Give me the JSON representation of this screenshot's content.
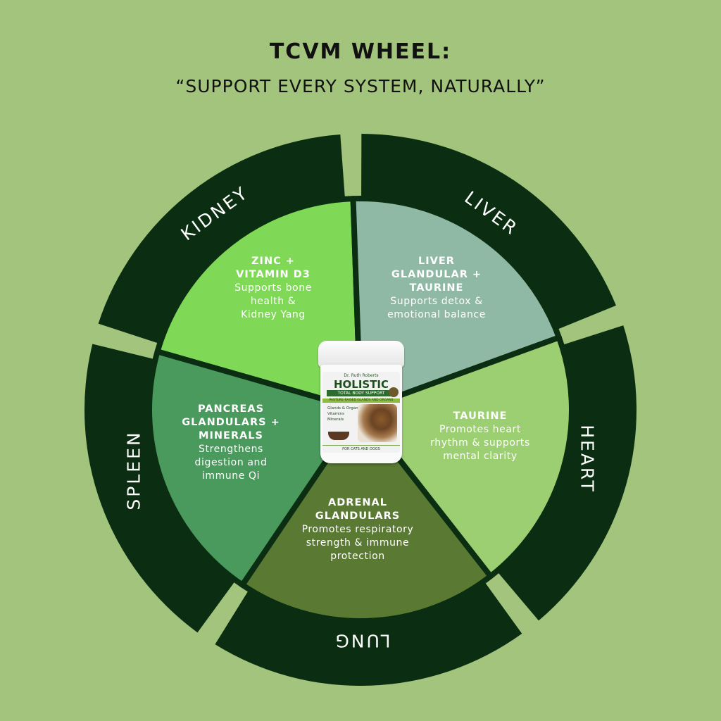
{
  "title": "TCVM WHEEL:",
  "subtitle": "“SUPPORT EVERY SYSTEM, NATURALLY”",
  "colors": {
    "background": "#a3c47c",
    "outer_ring": "#0b2e12",
    "kidney": "#7fd957",
    "liver": "#8fb9a5",
    "heart": "#9ccf72",
    "lung": "#5a7a33",
    "spleen": "#4a9a5e"
  },
  "segments": [
    {
      "organ": "KIDNEY",
      "heading": "ZINC +\nVITAMIN D3",
      "description": "Supports bone\nhealth &\nKidney Yang"
    },
    {
      "organ": "LIVER",
      "heading": "LIVER\nGLANDULAR +\nTAURINE",
      "description": "Supports detox &\nemotional balance"
    },
    {
      "organ": "HEART",
      "heading": "TAURINE",
      "description": "Promotes heart\nrhythm & supports\nmental clarity"
    },
    {
      "organ": "LUNG",
      "heading": "ADRENAL\nGLANDULARS",
      "description": "Promotes respiratory\nstrength & immune\nprotection"
    },
    {
      "organ": "SPLEEN",
      "heading": "PANCREAS\nGLANDULARS +\nMINERALS",
      "description": "Strengthens\ndigestion and\nimmune Qi"
    }
  ],
  "product": {
    "brand": "Dr. Ruth Roberts",
    "name": "HOLISTIC",
    "subtitle": "TOTAL BODY SUPPORT",
    "tagline": "PASTURE-RAISED GLANDS AND ORGANS",
    "features": [
      "Glands & Organs",
      "Vitamins",
      "Minerals"
    ],
    "footer": "FOR CATS AND DOGS"
  }
}
